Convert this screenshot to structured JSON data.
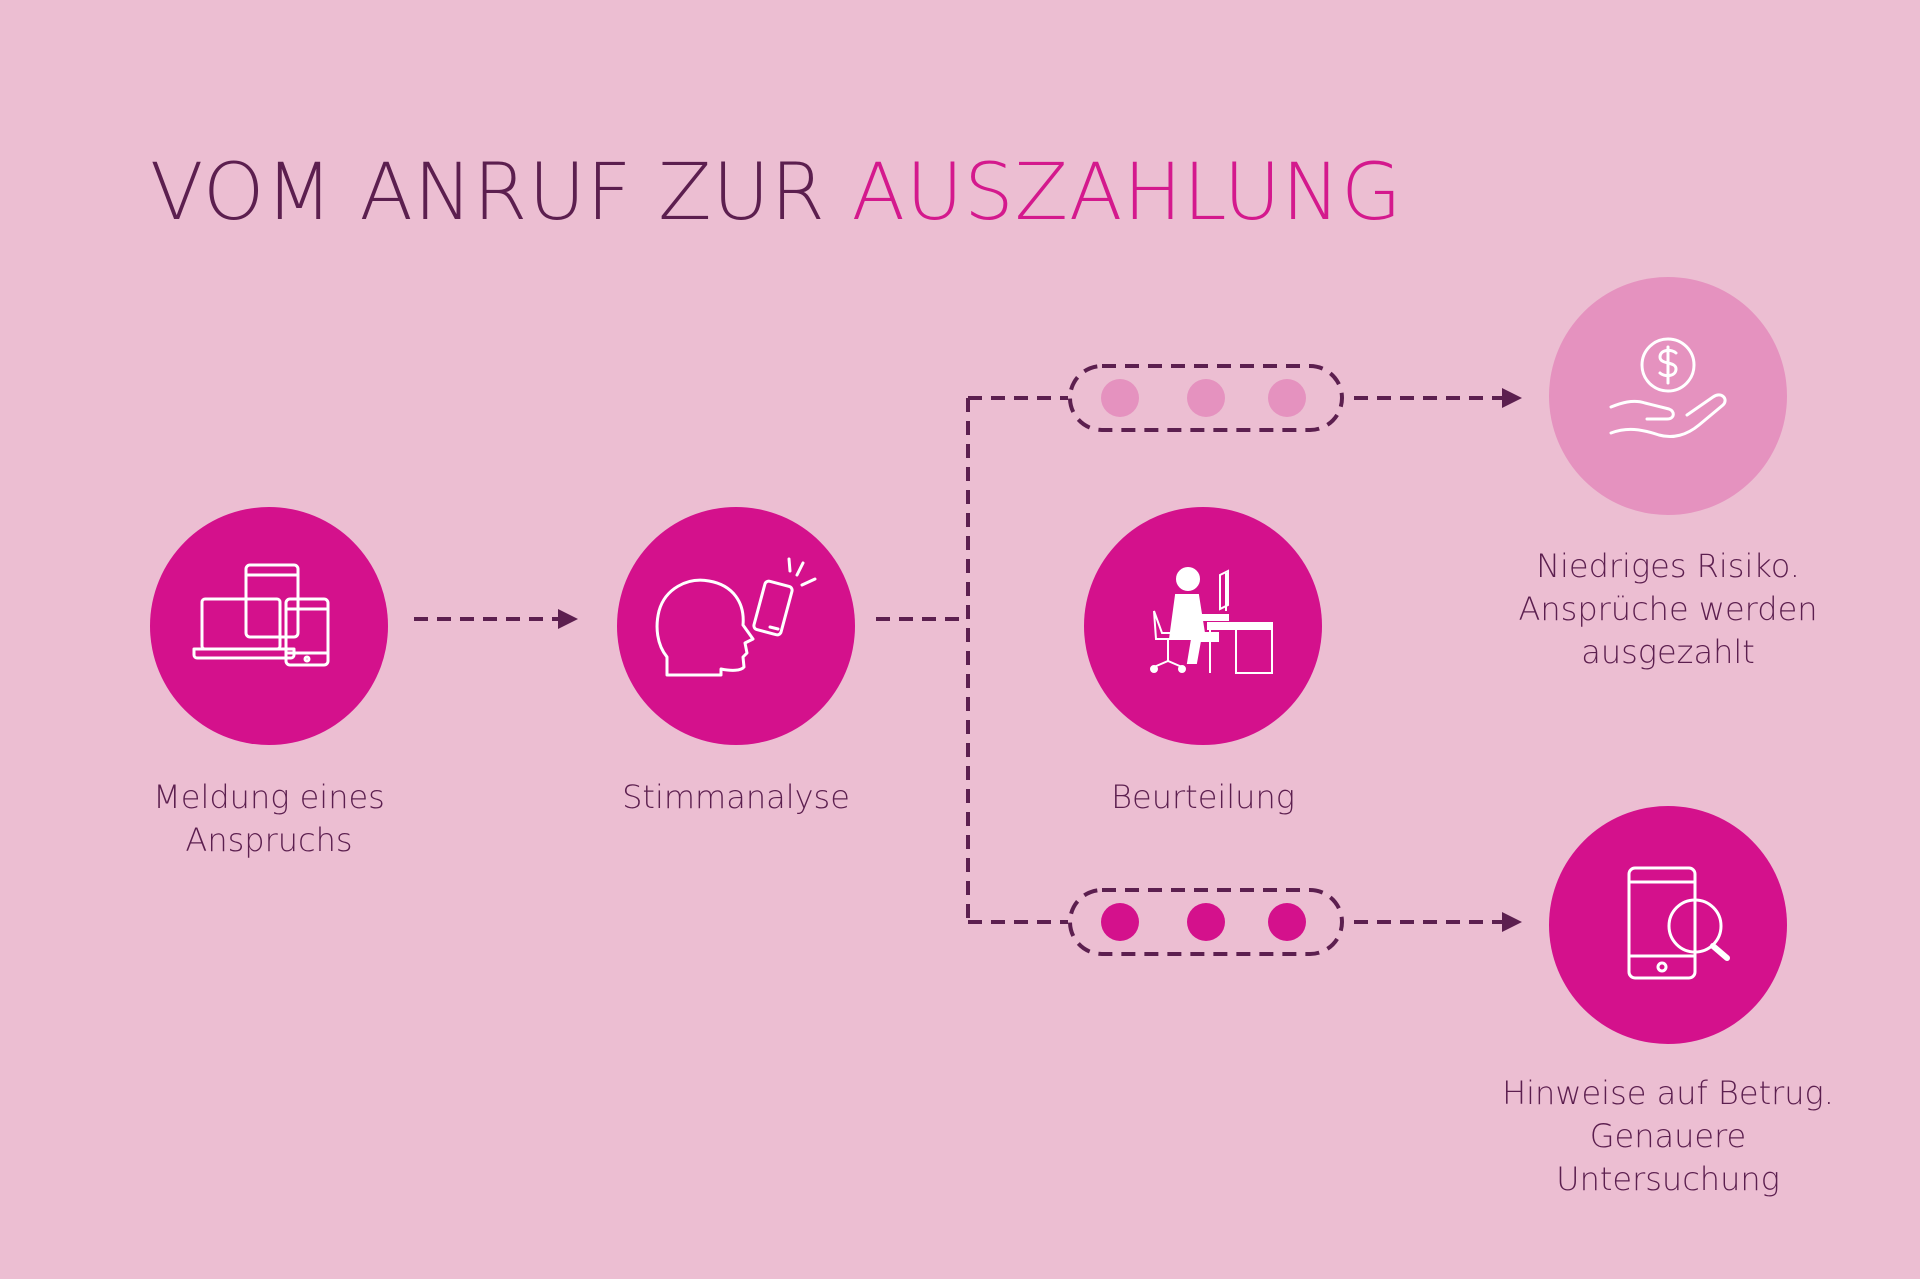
{
  "title": {
    "part1": "VOM ANRUF ZUR",
    "part2": "AUSZAHLUNG"
  },
  "steps": [
    {
      "icon": "devices-icon",
      "label_lines": [
        "Meldung eines",
        "Anspruchs"
      ]
    },
    {
      "icon": "voice-analysis-icon",
      "label_lines": [
        "Stimmanalyse"
      ]
    },
    {
      "icon": "person-at-desk-icon",
      "label_lines": [
        "Beurteilung"
      ]
    }
  ],
  "outcomes": [
    {
      "icon": "money-hand-icon",
      "label_lines": [
        "Niedriges Risiko.",
        "Ansprüche werden",
        "ausgezahlt"
      ]
    },
    {
      "icon": "phone-magnifier-icon",
      "label_lines": [
        "Hinweise auf Betrug.",
        "Genauere",
        "Untersuchung"
      ]
    }
  ],
  "colors": {
    "background": "#ecbed2",
    "primary": "#d4118c",
    "light": "#e592bf",
    "dark": "#5c1f4f"
  }
}
